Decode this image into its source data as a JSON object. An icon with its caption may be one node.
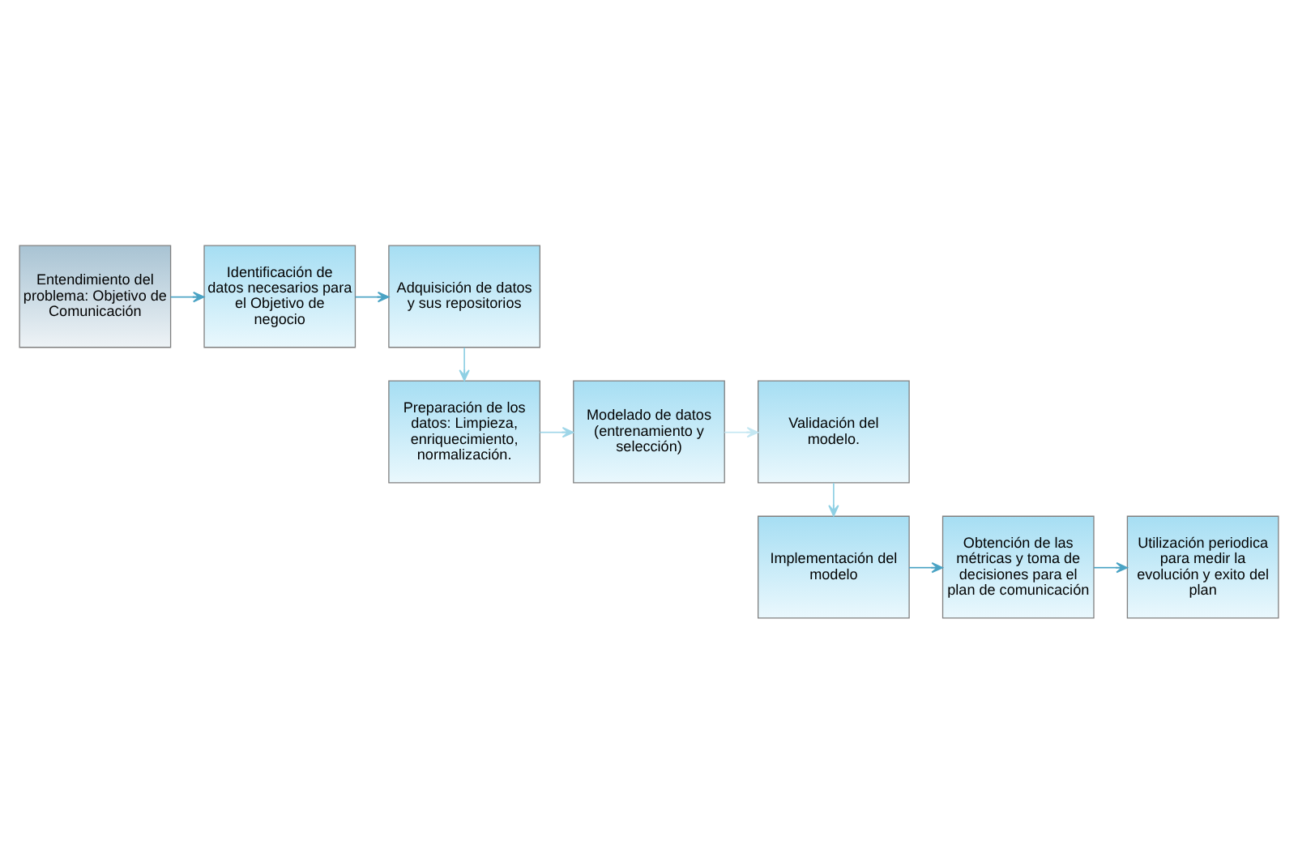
{
  "diagram": {
    "nodes": [
      {
        "text": [
          "Entendimiento del problema: Objetivo de Comunicación"
        ]
      },
      {
        "text": [
          "Identificación de datos necesarios para el Objetivo de negocio"
        ]
      },
      {
        "text": [
          "Adquisición de datos y sus repositorios"
        ]
      },
      {
        "text": [
          "Preparación de los datos: Limpieza, enriquecimiento, normalización."
        ]
      },
      {
        "text": [
          "Modelado de datos (entrenamiento y selección)"
        ]
      },
      {
        "text": [
          "Validación del modelo."
        ]
      },
      {
        "text": [
          "Implementación del modelo"
        ]
      },
      {
        "text": [
          "Obtención de las métricas y toma de decisiones para el plan de comunicación"
        ]
      },
      {
        "text": [
          "Utilización periodica para medir la evolución y exito del plan"
        ]
      }
    ],
    "edges": [
      {
        "from": 0,
        "to": 1,
        "arrow": "to"
      },
      {
        "from": 1,
        "to": 2,
        "arrow": "to"
      },
      {
        "from": 2,
        "to": 3,
        "arrow": "to",
        "color": "#8fd0e4"
      },
      {
        "from": 3,
        "to": 4,
        "arrow": "to",
        "color": "#9fd6e8"
      },
      {
        "from": 4,
        "to": 5,
        "arrow": "to",
        "color": "#c4e7f2"
      },
      {
        "from": 5,
        "to": 6,
        "arrow": "to",
        "color": "#8fd0e4"
      },
      {
        "from": 6,
        "to": 7,
        "arrow": "to"
      },
      {
        "from": 7,
        "to": 8,
        "arrow": "to"
      }
    ]
  }
}
